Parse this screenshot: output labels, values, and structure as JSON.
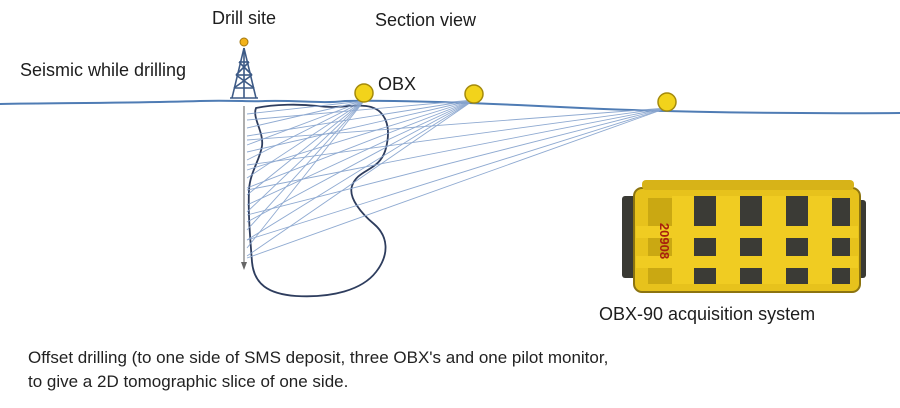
{
  "labels": {
    "drill_site": "Drill site",
    "section_view": "Section view",
    "seismic_while_drilling": "Seismic while drilling",
    "obx": "OBX",
    "acquisition_system": "OBX-90 acquisition system",
    "device_serial": "20908"
  },
  "caption": {
    "line1": "Offset drilling (to one side of SMS deposit, three OBX's and one pilot monitor,",
    "line2": "to give a 2D tomographic slice of one side."
  },
  "colors": {
    "seafloor": "#4f7cb4",
    "ray": "#8aa6cf",
    "deposit": "#2e3d5e",
    "obx_fill": "#f2d31b",
    "obx_stroke": "#a48a0c",
    "device": "#e7c21c"
  }
}
